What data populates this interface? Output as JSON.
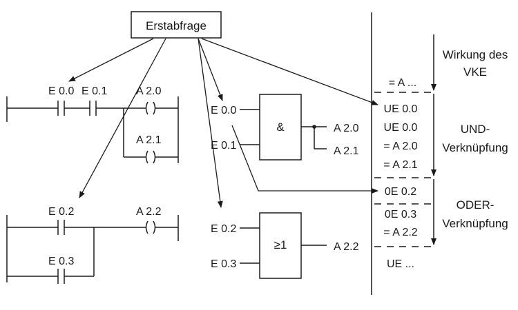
{
  "title": "Erstabfrage",
  "ladder": {
    "contact_1": "E 0.0",
    "contact_2": "E 0.1",
    "coil_1": "A 2.0",
    "coil_2": "A 2.1",
    "contact_3": "E 0.2",
    "contact_4": "E 0.3",
    "coil_3": "A 2.2"
  },
  "fbd": {
    "and_in_1": "E 0.0",
    "and_in_2": "E 0.1",
    "and_symbol": "&",
    "and_out_1": "A 2.0",
    "and_out_2": "A 2.1",
    "or_in_1": "E 0.2",
    "or_in_2": "E 0.3",
    "or_symbol": "≥1",
    "or_out": "A 2.2"
  },
  "stl": {
    "lines": [
      "= A ...",
      "UE 0.0",
      "UE 0.0",
      "= A 2.0",
      "= A 2.1",
      "0E 0.2",
      "0E 0.3",
      "= A 2.2",
      "UE ..."
    ]
  },
  "annotations": {
    "effect_line1": "Wirkung des",
    "effect_line2": "VKE",
    "and_line1": "UND-",
    "and_line2": "Verknüpfung",
    "or_line1": "ODER-",
    "or_line2": "Verknüpfung"
  }
}
